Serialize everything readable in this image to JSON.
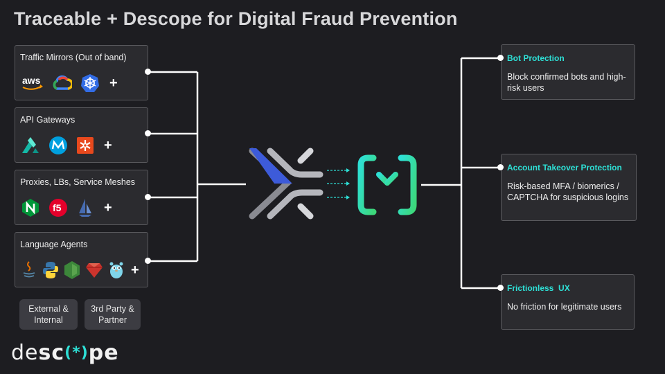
{
  "title": "Traceable + Descope for Digital Fraud Prevention",
  "sources": [
    {
      "label": "Traffic Mirrors (Out of band)",
      "icons": [
        "aws-icon",
        "google-cloud-icon",
        "kubernetes-icon"
      ],
      "plus": "+"
    },
    {
      "label": "API Gateways",
      "icons": [
        "kong-icon",
        "mulesoft-icon",
        "apigee-icon"
      ],
      "plus": "+"
    },
    {
      "label": "Proxies, LBs, Service Meshes",
      "icons": [
        "nginx-icon",
        "f5-icon",
        "istio-icon"
      ],
      "plus": "+"
    },
    {
      "label": "Language Agents",
      "icons": [
        "java-icon",
        "python-icon",
        "nodejs-icon",
        "ruby-icon",
        "go-icon"
      ],
      "plus": "+"
    }
  ],
  "tags": [
    "External & Internal",
    "3rd Party & Partner"
  ],
  "outputs": [
    {
      "title": "Bot Protection",
      "desc": "Block confirmed bots and high-risk users"
    },
    {
      "title": "Account Takeover Protection",
      "desc": "Risk-based MFA / biomerics / CAPTCHA for suspicious logins"
    },
    {
      "title": "Frictionless  UX",
      "desc": "No friction for legitimate users"
    }
  ],
  "logo": {
    "prefix": "de",
    "bold": "sc",
    "star": "(*)",
    "suffix": "pe"
  },
  "icons": {
    "aws": "aws"
  },
  "colors": {
    "accent": "#2ee0d6",
    "traceable_blue": "#3d5bd9",
    "background": "#1d1d21"
  }
}
